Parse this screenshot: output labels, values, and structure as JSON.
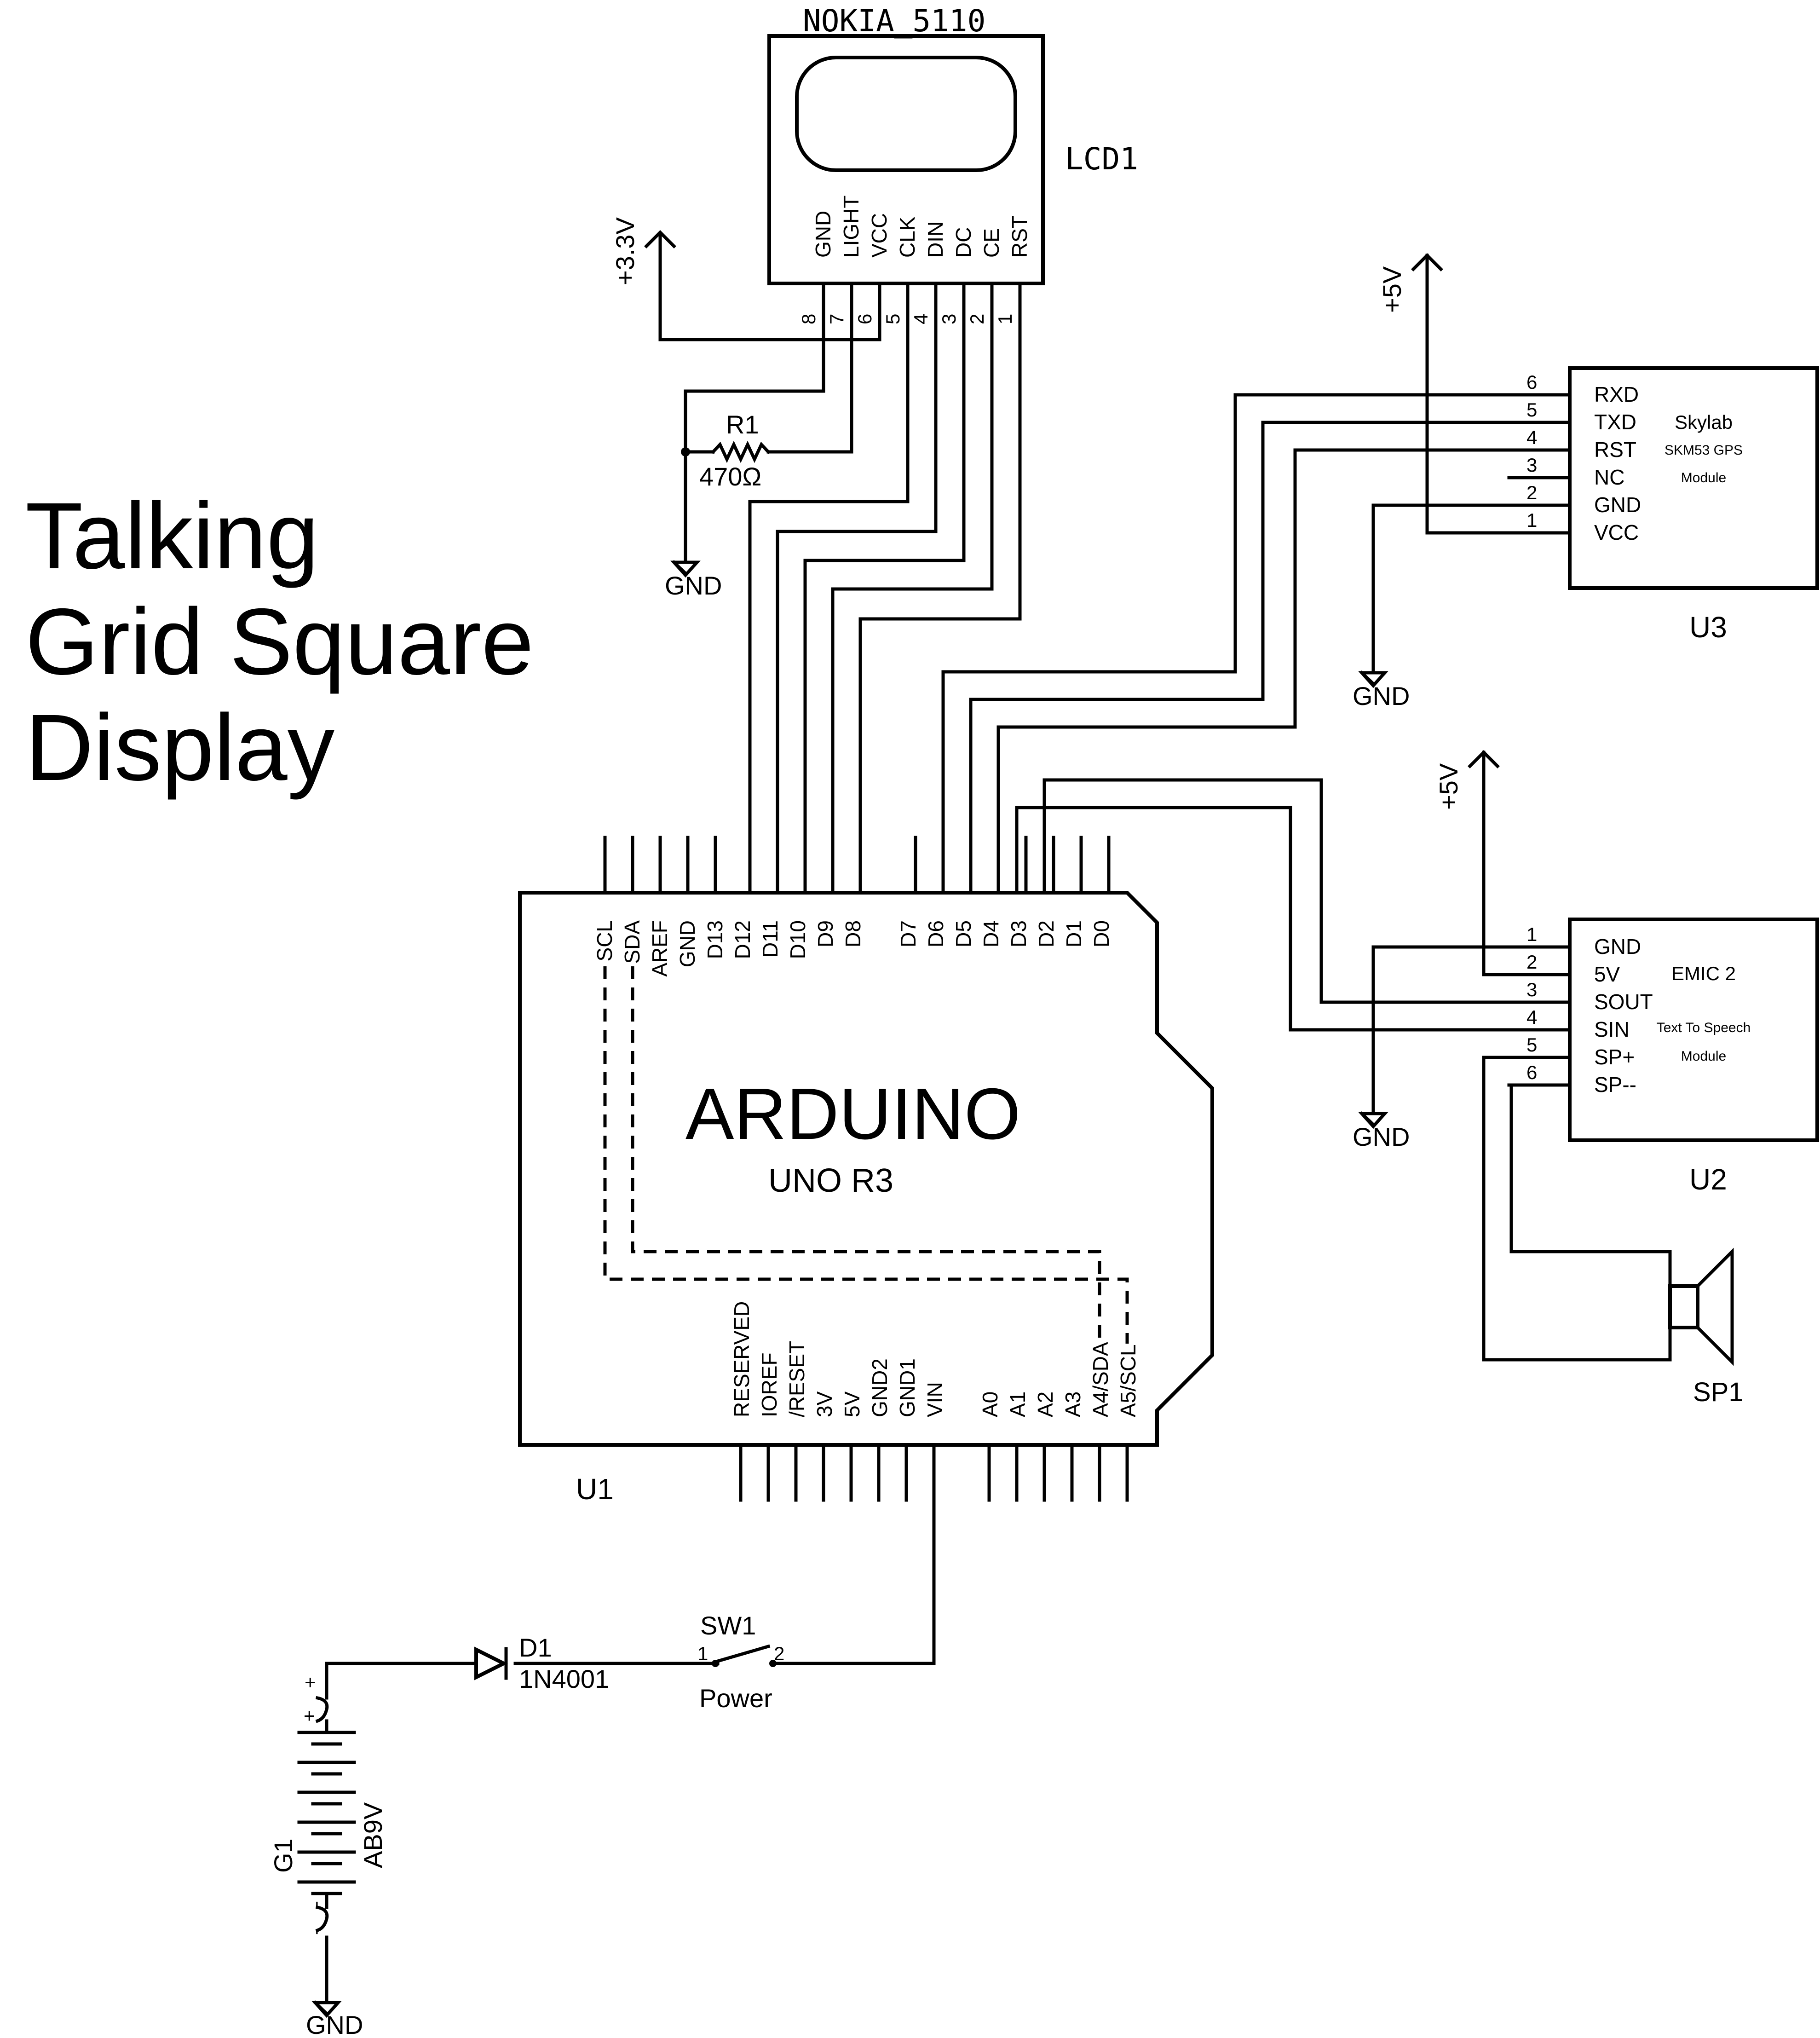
{
  "title_lines": [
    "Talking",
    "Grid Square",
    "Display"
  ],
  "lcd": {
    "part": "NOKIA_5110",
    "ref": "LCD1",
    "pins": [
      {
        "name": "GND",
        "num": "8"
      },
      {
        "name": "LIGHT",
        "num": "7"
      },
      {
        "name": "VCC",
        "num": "6"
      },
      {
        "name": "CLK",
        "num": "5"
      },
      {
        "name": "DIN",
        "num": "4"
      },
      {
        "name": "DC",
        "num": "3"
      },
      {
        "name": "CE",
        "num": "2"
      },
      {
        "name": "RST",
        "num": "1"
      }
    ]
  },
  "supply_33": "+3.3V",
  "r1": {
    "ref": "R1",
    "value": "470Ω"
  },
  "gnd_label": "GND",
  "supply_5v": "+5V",
  "gps": {
    "title": "Skylab",
    "subtitle": "SKM53 GPS",
    "desc": "Module",
    "ref": "U3",
    "pins": [
      {
        "num": "6",
        "name": "RXD"
      },
      {
        "num": "5",
        "name": "TXD"
      },
      {
        "num": "4",
        "name": "RST"
      },
      {
        "num": "3",
        "name": "NC"
      },
      {
        "num": "2",
        "name": "GND"
      },
      {
        "num": "1",
        "name": "VCC"
      }
    ]
  },
  "emic": {
    "title": "EMIC 2",
    "subtitle": "Text To Speech",
    "desc": "Module",
    "ref": "U2",
    "pins": [
      {
        "num": "1",
        "name": "GND"
      },
      {
        "num": "2",
        "name": "5V"
      },
      {
        "num": "3",
        "name": "SOUT"
      },
      {
        "num": "4",
        "name": "SIN"
      },
      {
        "num": "5",
        "name": "SP+"
      },
      {
        "num": "6",
        "name": "SP--"
      }
    ]
  },
  "speaker_ref": "SP1",
  "arduino": {
    "title": "ARDUINO",
    "subtitle": "UNO R3",
    "ref": "U1",
    "top_pins": [
      "SCL",
      "SDA",
      "AREF",
      "GND",
      "D13",
      "D12",
      "D11",
      "D10",
      "D9",
      "D8",
      "D7",
      "D6",
      "D5",
      "D4",
      "D3",
      "D2",
      "D1",
      "D0"
    ],
    "bottom_pins": [
      "RESERVED",
      "IOREF",
      "/RESET",
      "3V",
      "5V",
      "GND2",
      "GND1",
      "VIN",
      "A0",
      "A1",
      "A2",
      "A3",
      "A4/SDA",
      "A5/SCL"
    ]
  },
  "diode": {
    "ref": "D1",
    "value": "1N4001"
  },
  "switch": {
    "ref": "SW1",
    "pin1": "1",
    "pin2": "2",
    "label": "Power"
  },
  "battery": {
    "ref": "G1",
    "value": "AB9V",
    "plus": "+",
    "minus": "-"
  }
}
